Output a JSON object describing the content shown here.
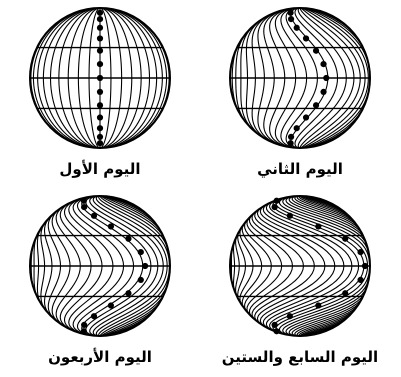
{
  "figure": {
    "panels": [
      {
        "id": "day-1",
        "caption": "اليوم الأول",
        "twist": 0.0
      },
      {
        "id": "day-2",
        "caption": "اليوم الثاني",
        "twist": 0.55
      },
      {
        "id": "day-40",
        "caption": "اليوم الأربعون",
        "twist": 1.0
      },
      {
        "id": "day-67",
        "caption": "اليوم السابع والستين",
        "twist": 1.7
      }
    ],
    "ink_color": "#000000"
  }
}
